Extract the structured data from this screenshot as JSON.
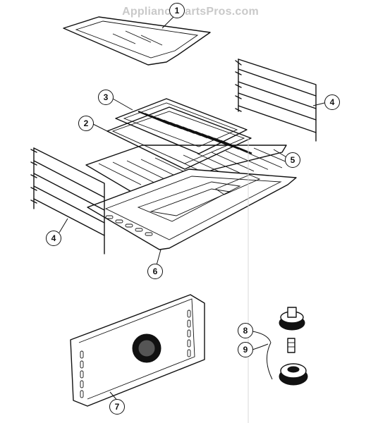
{
  "watermark": "AppliancePartsPros.com",
  "callouts": [
    "1",
    "2",
    "3",
    "4",
    "4",
    "5",
    "6",
    "7",
    "8",
    "9"
  ]
}
